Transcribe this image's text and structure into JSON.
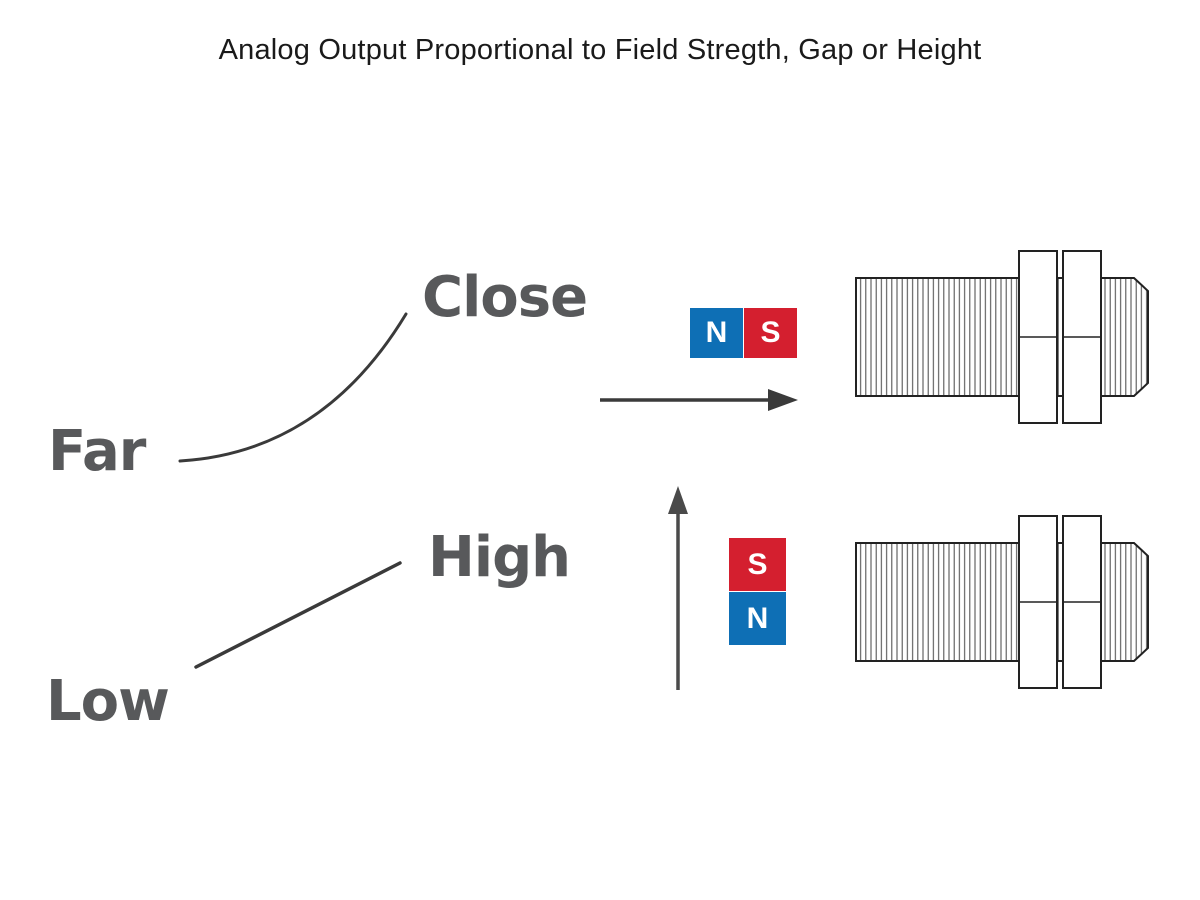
{
  "title": "Analog Output Proportional to Field Stregth, Gap or Height",
  "annotations": {
    "close": "Close",
    "far": "Far",
    "high": "High",
    "low": "Low"
  },
  "magnets": {
    "horizontal": {
      "left_pole": "N",
      "right_pole": "S"
    },
    "vertical": {
      "top_pole": "S",
      "bottom_pole": "N"
    }
  },
  "icons": {
    "right_arrow": "right-arrow-icon",
    "up_arrow": "up-arrow-icon",
    "sensor_top": "threaded-sensor-top",
    "sensor_bottom": "threaded-sensor-bottom"
  },
  "colors": {
    "north_pole_blue": "#0e6fb5",
    "south_pole_red": "#d41f2f",
    "label_gray": "#58595b",
    "line_dark": "#3a3a3a",
    "sensor_outline": "#222222"
  }
}
